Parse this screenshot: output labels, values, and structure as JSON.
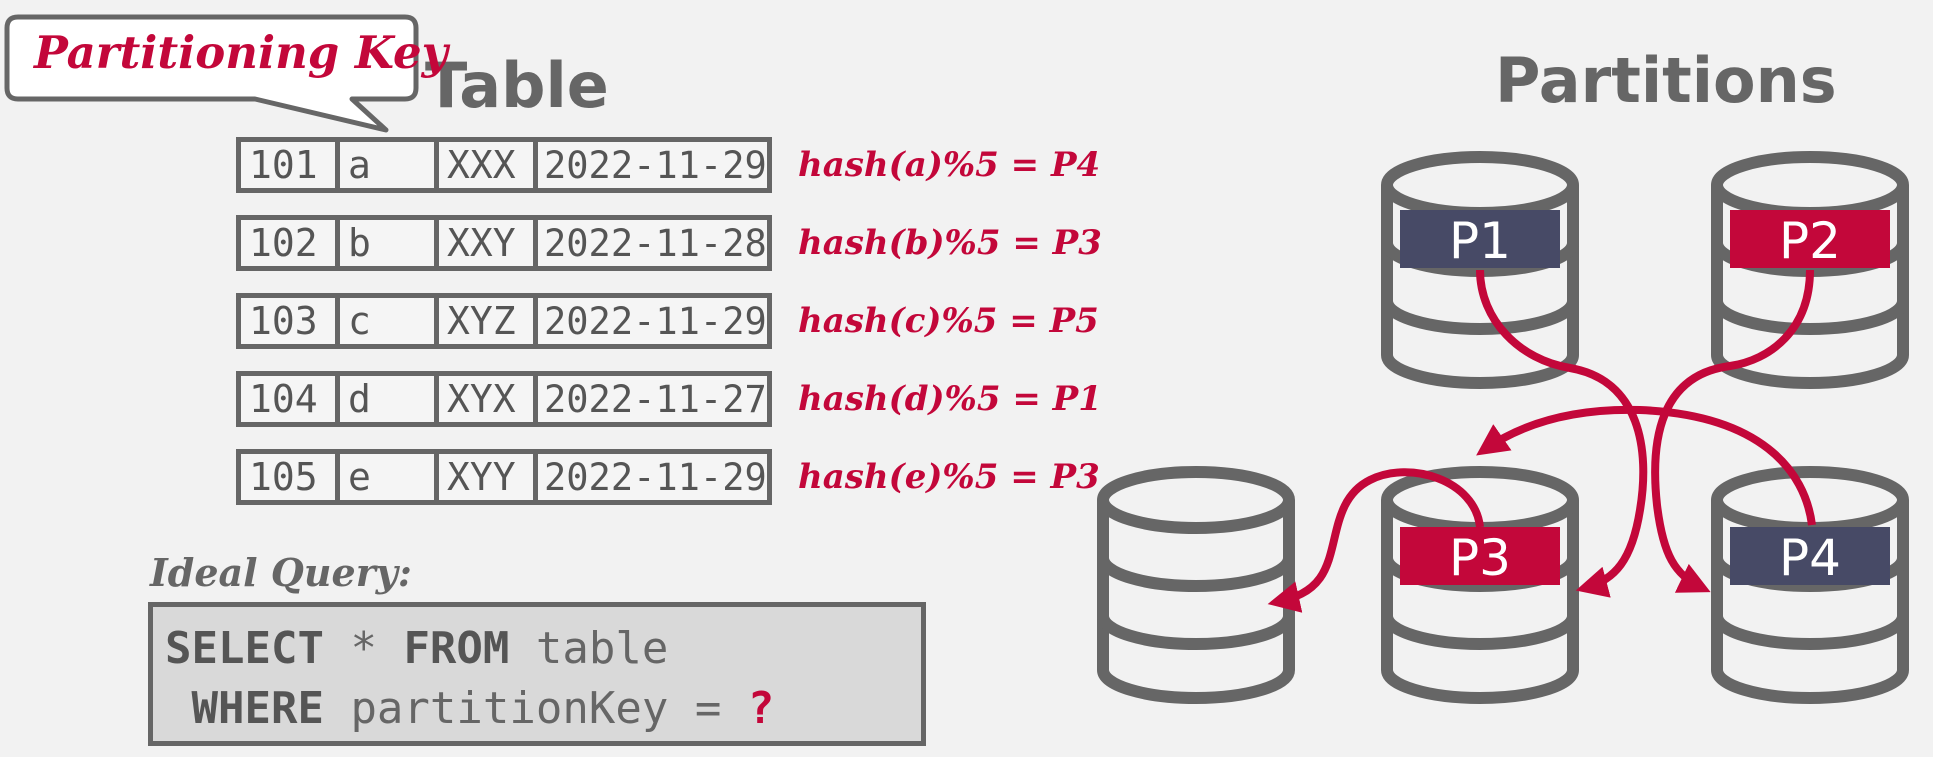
{
  "callout": {
    "text": "Partitioning Key"
  },
  "table": {
    "title": "Table",
    "rows": [
      {
        "id": "101",
        "key": "a",
        "code": "XXX",
        "date": "2022-11-29",
        "hash": "hash(a)%5 = P4"
      },
      {
        "id": "102",
        "key": "b",
        "code": "XXY",
        "date": "2022-11-28",
        "hash": "hash(b)%5 = P3"
      },
      {
        "id": "103",
        "key": "c",
        "code": "XYZ",
        "date": "2022-11-29",
        "hash": "hash(c)%5 = P5"
      },
      {
        "id": "104",
        "key": "d",
        "code": "XYX",
        "date": "2022-11-27",
        "hash": "hash(d)%5 = P1"
      },
      {
        "id": "105",
        "key": "e",
        "code": "XYY",
        "date": "2022-11-29",
        "hash": "hash(e)%5 = P3"
      }
    ]
  },
  "query": {
    "label": "Ideal Query:",
    "line1_kw1": "SELECT",
    "line1_rest": " * ",
    "line1_kw2": "FROM",
    "line1_tail": " table",
    "line2_kw": "WHERE",
    "line2_rest": " partitionKey = ",
    "line2_mark": "?"
  },
  "partitions": {
    "title": "Partitions",
    "labels": {
      "p1": "P1",
      "p2": "P2",
      "p3": "P3",
      "p4": "P4"
    }
  },
  "colors": {
    "accent": "#c3073a",
    "gray": "#666666",
    "label_dark": "#474a66",
    "background": "#f2f2f2"
  }
}
